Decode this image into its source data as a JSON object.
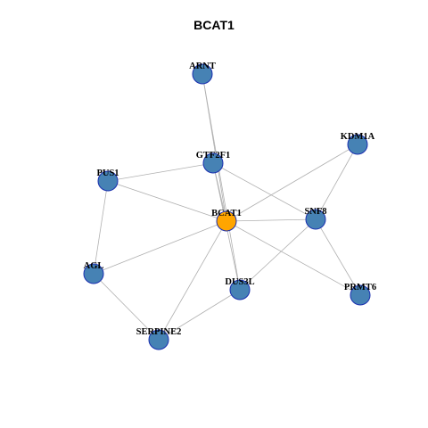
{
  "graph": {
    "title": "BCAT1",
    "colors": {
      "hub": "#FFA500",
      "node": "#4682B4",
      "node_border": "#1A2FB0",
      "edge": "#B0B0B0"
    },
    "nodes": [
      {
        "id": "ARNT",
        "label": "ARNT",
        "role": "neighbor"
      },
      {
        "id": "KDM1A",
        "label": "KDM1A",
        "role": "neighbor"
      },
      {
        "id": "GTF2F1",
        "label": "GTF2F1",
        "role": "neighbor"
      },
      {
        "id": "PUS1",
        "label": "PUS1",
        "role": "neighbor"
      },
      {
        "id": "BCAT1",
        "label": "BCAT1",
        "role": "hub"
      },
      {
        "id": "SNF8",
        "label": "SNF8",
        "role": "neighbor"
      },
      {
        "id": "AGL",
        "label": "AGL",
        "role": "neighbor"
      },
      {
        "id": "DUS3L",
        "label": "DUS3L",
        "role": "neighbor"
      },
      {
        "id": "PRMT6",
        "label": "PRMT6",
        "role": "neighbor"
      },
      {
        "id": "SERPINE2",
        "label": "SERPINE2",
        "role": "neighbor"
      }
    ],
    "edges": [
      [
        "ARNT",
        "BCAT1"
      ],
      [
        "ARNT",
        "DUS3L"
      ],
      [
        "GTF2F1",
        "BCAT1"
      ],
      [
        "GTF2F1",
        "PUS1"
      ],
      [
        "GTF2F1",
        "SNF8"
      ],
      [
        "GTF2F1",
        "DUS3L"
      ],
      [
        "PUS1",
        "BCAT1"
      ],
      [
        "PUS1",
        "AGL"
      ],
      [
        "KDM1A",
        "BCAT1"
      ],
      [
        "KDM1A",
        "SNF8"
      ],
      [
        "BCAT1",
        "SNF8"
      ],
      [
        "BCAT1",
        "AGL"
      ],
      [
        "BCAT1",
        "SERPINE2"
      ],
      [
        "BCAT1",
        "PRMT6"
      ],
      [
        "SNF8",
        "DUS3L"
      ],
      [
        "SNF8",
        "PRMT6"
      ],
      [
        "AGL",
        "SERPINE2"
      ],
      [
        "DUS3L",
        "SERPINE2"
      ]
    ]
  }
}
